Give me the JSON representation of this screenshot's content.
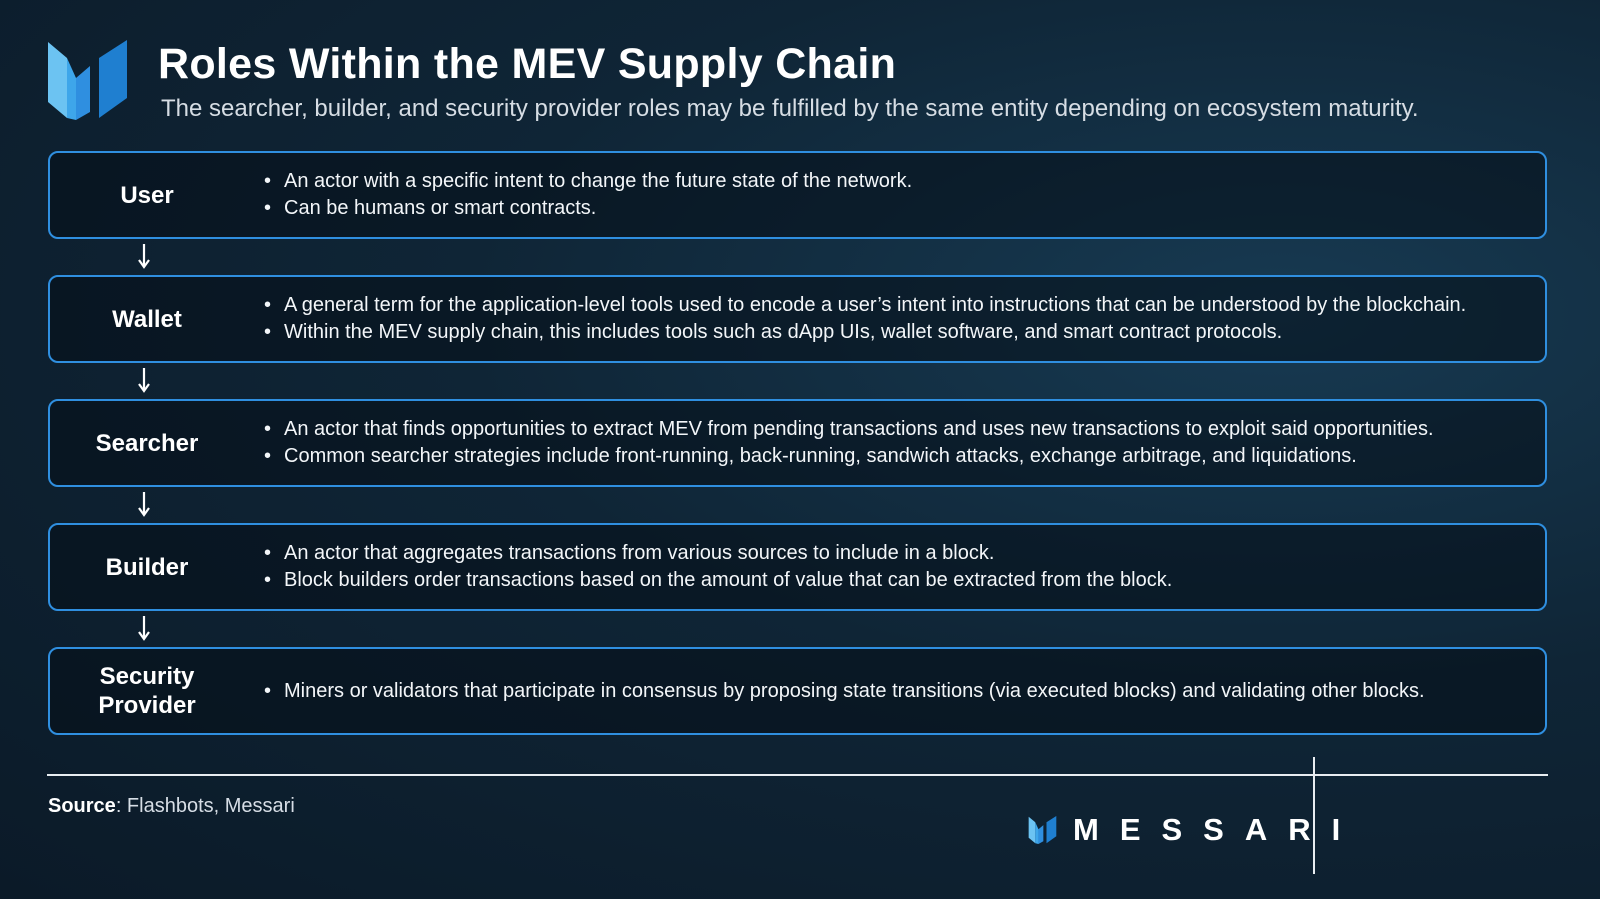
{
  "header": {
    "title": "Roles Within the MEV Supply Chain",
    "subtitle": "The searcher, builder, and security provider roles may be fulfilled by the same entity depending on ecosystem maturity."
  },
  "roles": [
    {
      "name": "User",
      "bullets": [
        "An actor with a specific intent to change the future state of the network.",
        "Can be humans or smart contracts."
      ]
    },
    {
      "name": "Wallet",
      "bullets": [
        "A general term for the application-level tools used to encode a user’s intent into instructions that can be understood by the blockchain.",
        "Within the MEV supply chain, this includes tools such as dApp UIs, wallet software, and smart contract protocols."
      ]
    },
    {
      "name": "Searcher",
      "bullets": [
        "An actor that finds opportunities to extract MEV from pending transactions and uses new transactions to exploit said opportunities.",
        "Common searcher strategies include front-running, back-running, sandwich attacks, exchange arbitrage, and liquidations."
      ]
    },
    {
      "name": "Builder",
      "bullets": [
        "An actor that aggregates transactions from various sources to include in a block.",
        "Block builders order transactions based on the amount of value that can be extracted from the block."
      ]
    },
    {
      "name_lines": [
        "Security",
        "Provider"
      ],
      "bullets": [
        "Miners or validators that participate in consensus by proposing state transitions (via executed blocks) and validating other blocks."
      ]
    }
  ],
  "footer": {
    "source_label": "Source",
    "source_text": ": Flashbots, Messari",
    "brand": "MESSARI"
  },
  "colors": {
    "accent": "#2f8fe0",
    "logo_light": "#6cc3f2",
    "logo_dark": "#1f7fd0"
  },
  "icons": {
    "logo": "messari-logo-icon",
    "arrow": "arrow-down-icon"
  }
}
